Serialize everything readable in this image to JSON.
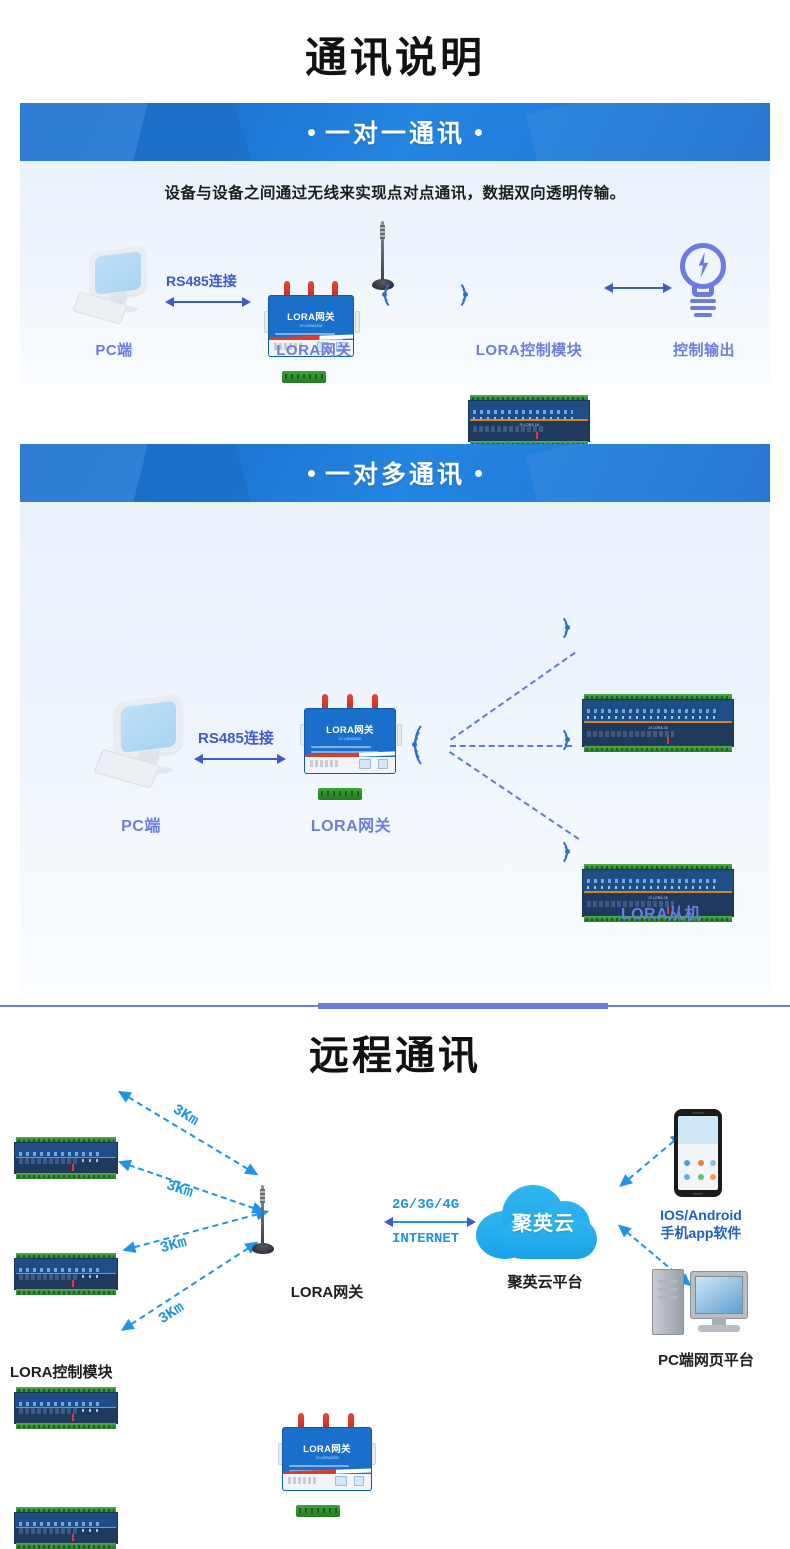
{
  "page": {
    "title": "通讯说明"
  },
  "sections": [
    {
      "banner_title": "一对一通讯",
      "description": "设备与设备之间通过无线来实现点对点通讯，数据双向透明传输。",
      "link_label": "RS485连接",
      "nodes": [
        {
          "label": "PC端",
          "icon": "pc-monitor-icon"
        },
        {
          "label": "LORA网关",
          "icon": "lora-gateway-icon"
        },
        {
          "label": "LORA控制模块",
          "icon": "relay-board-icon"
        },
        {
          "label": "控制输出",
          "icon": "lightbulb-icon"
        }
      ]
    },
    {
      "banner_title": "一对多通讯",
      "link_label": "RS485连接",
      "nodes": [
        {
          "label": "PC端",
          "icon": "pc-monitor-icon"
        },
        {
          "label": "LORA网关",
          "icon": "lora-gateway-icon"
        },
        {
          "label": "LORA从机",
          "icon": "relay-board-icon"
        }
      ],
      "slave_count": 3
    }
  ],
  "remote": {
    "title": "远程通讯",
    "gateway_label": "LORA网关",
    "module_label": "LORA控制模块",
    "cloud_text": "聚英云",
    "cloud_label": "聚英云平台",
    "app_label_line1": "IOS/Android",
    "app_label_line2": "手机app软件",
    "web_label": "PC端网页平台",
    "link_top": "2G/3G/4G",
    "link_bottom": "INTERNET",
    "distances": [
      "3Km",
      "3Km",
      "3Km",
      "3Km"
    ]
  },
  "device_text": {
    "gateway_brand": "LORA网关",
    "gateway_model": "JY-LORA2000",
    "board_model": "JY-LORA-16",
    "board_brand": "聚英电子"
  },
  "colors": {
    "banner_blue": "#1f7bd8",
    "panel_bg": "#eaf2fc",
    "label_purple": "#6c7ce0",
    "arrow_purple": "#4159c9",
    "remote_blue": "#1f93e8",
    "cloud_blue": "#1aa2e8",
    "title_black": "#111111"
  }
}
